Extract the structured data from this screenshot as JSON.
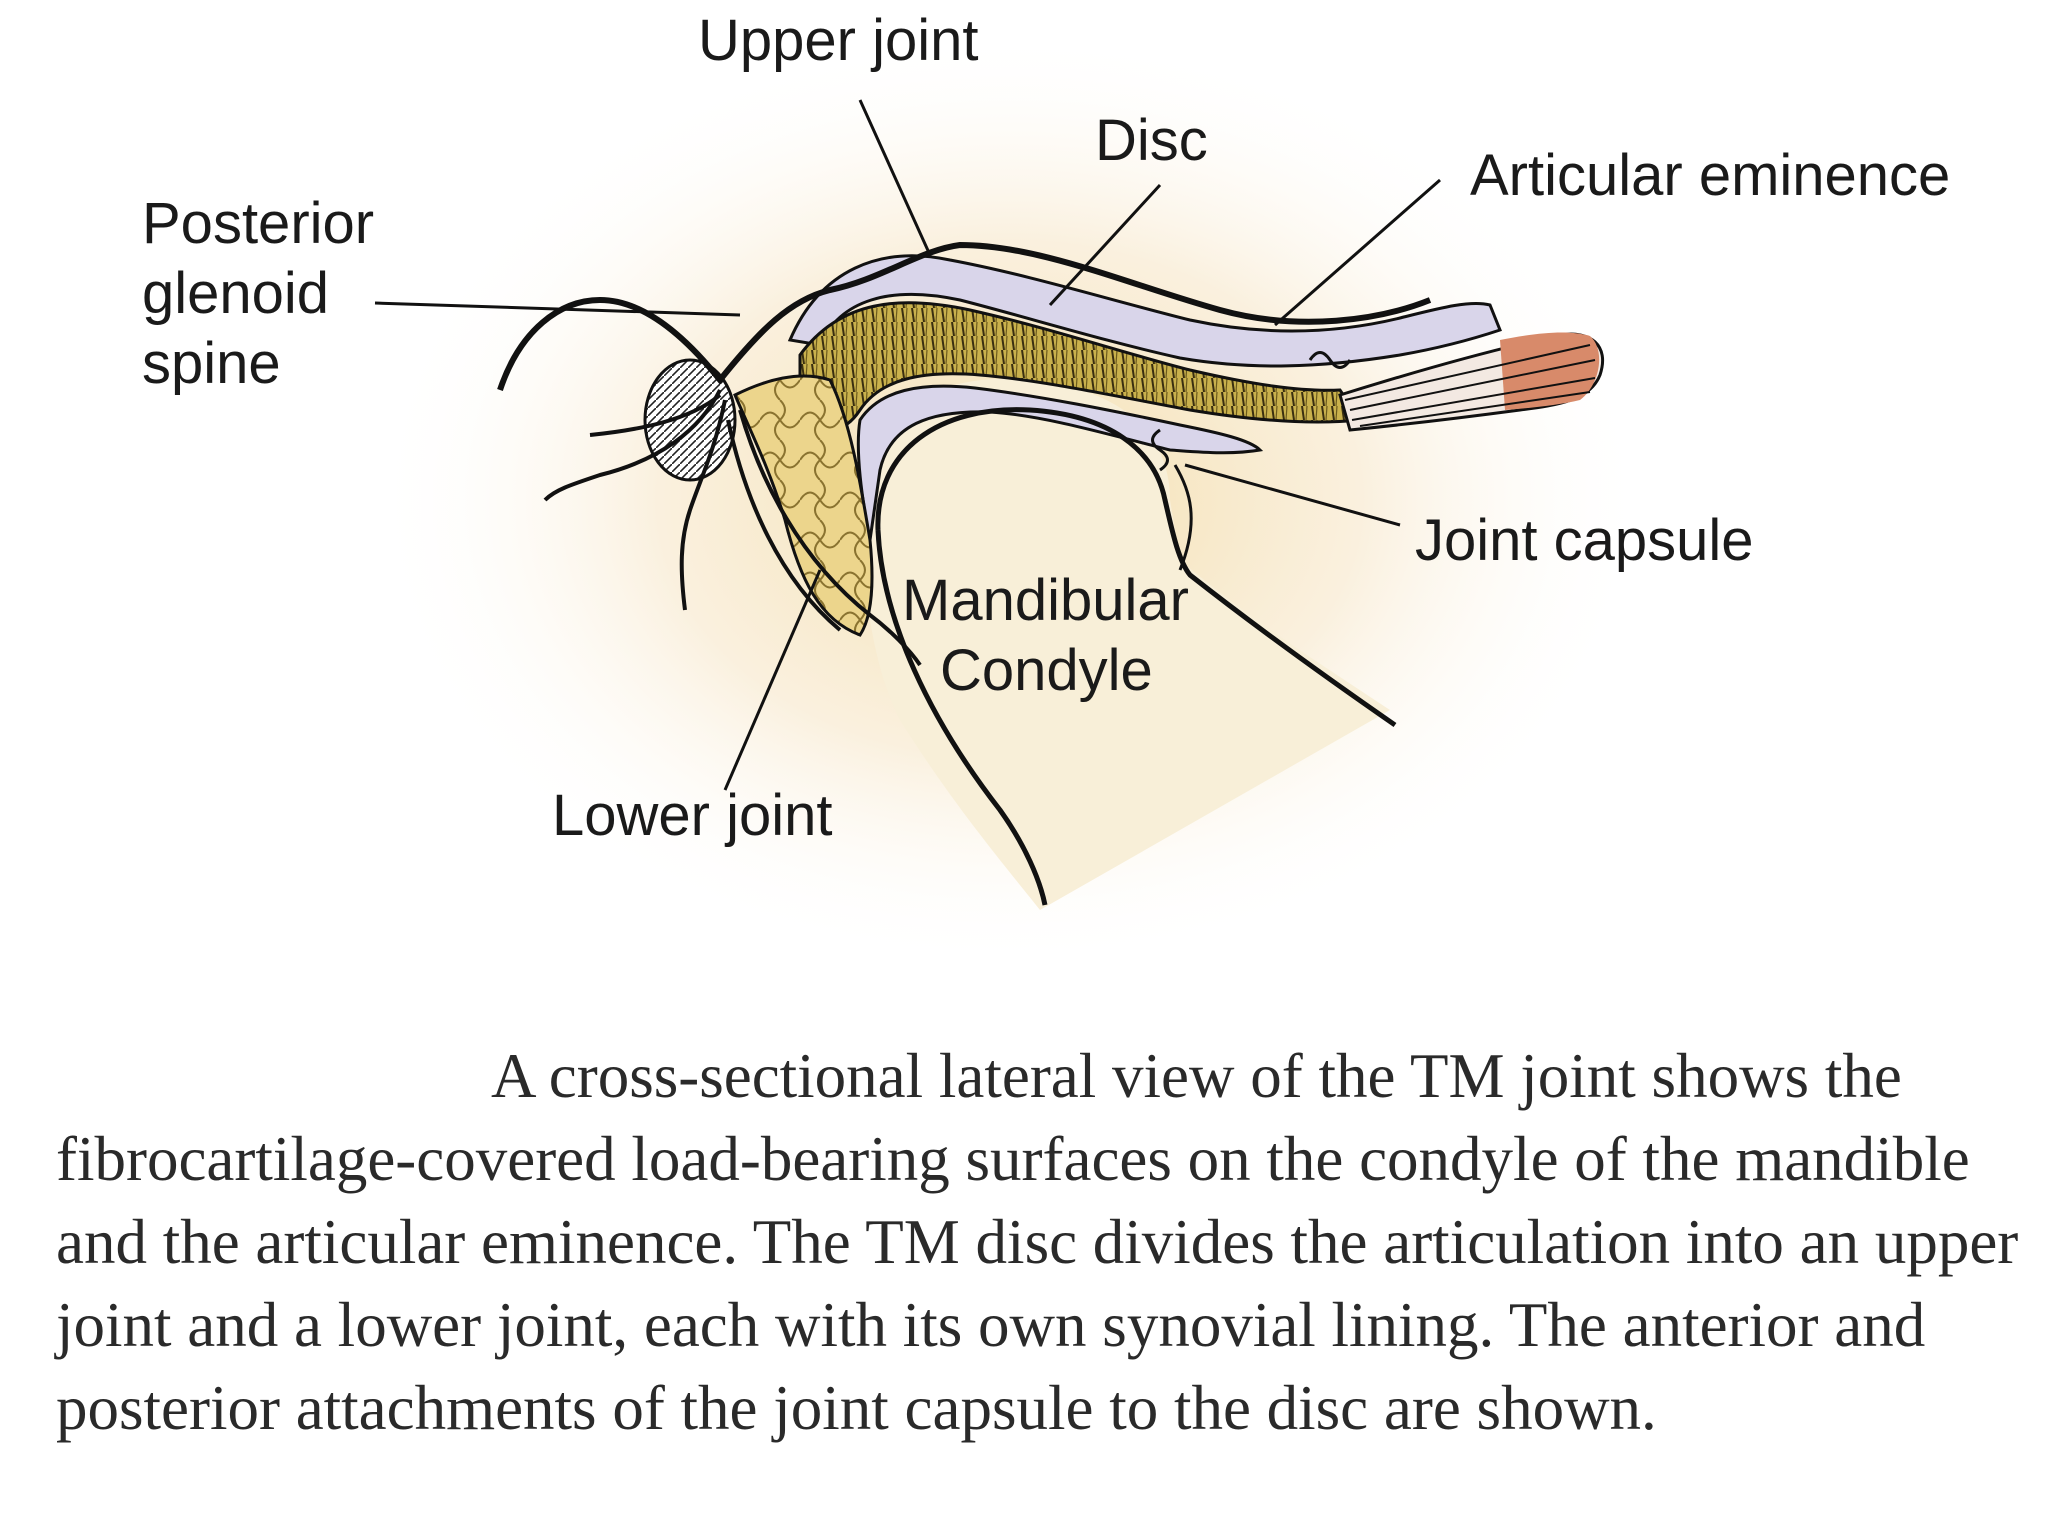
{
  "diagram": {
    "labels": {
      "upper_joint": "Upper joint",
      "disc": "Disc",
      "articular_eminence": "Articular eminence",
      "posterior_line1": "Posterior",
      "posterior_line2": "glenoid",
      "posterior_line3": "spine",
      "joint_capsule": "Joint capsule",
      "mandibular_line1": "Mandibular",
      "mandibular_line2": "Condyle",
      "lower_joint": "Lower joint"
    },
    "colors": {
      "glow": "#f6e4b8",
      "synovial": "#d9d5ea",
      "disc": "#c8b24a",
      "retrodiscal": "#e8d488",
      "muscle": "#d88a6a",
      "bone": "#f7ecd2",
      "outline": "#111111"
    }
  },
  "caption": {
    "text": "A cross-sectional lateral view of the TM joint shows the fibrocartilage-covered load-bearing surfaces on the condyle of the mandible and the articular eminence. The TM disc divides the articulation into an upper joint and a lower joint, each with its own synovial lining. The anterior and posterior attachments of the joint capsule to the disc are shown."
  }
}
